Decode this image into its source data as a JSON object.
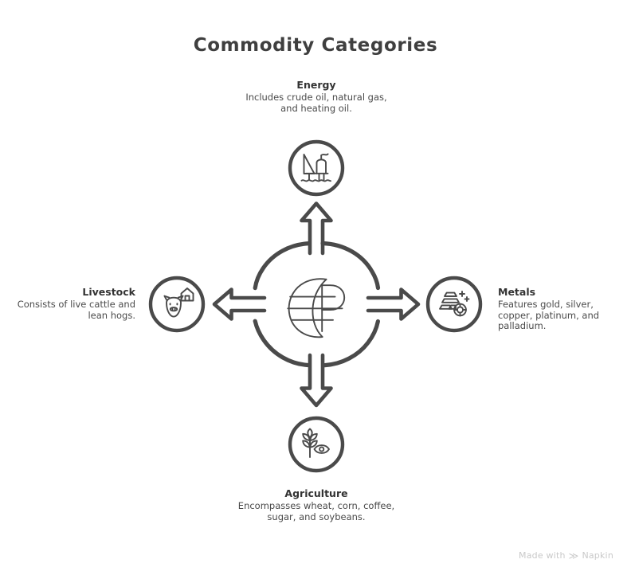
{
  "title": "Commodity Categories",
  "theme": {
    "stroke": "#4a4a4a",
    "title_color": "#3f3f3f",
    "text_color": "#4a4a4a",
    "background": "#ffffff",
    "watermark_color": "#c9c9c9"
  },
  "center": {
    "icon": "globe-icon",
    "label": ""
  },
  "nodes": {
    "energy": {
      "title": "Energy",
      "description": "Includes crude oil, natural gas, and heating oil.",
      "icon": "oil-rig-icon",
      "arrow": "arrow-up-icon",
      "position": "top"
    },
    "metals": {
      "title": "Metals",
      "description": "Features gold, silver, copper, platinum, and palladium.",
      "icon": "gold-bars-icon",
      "arrow": "arrow-right-icon",
      "position": "right"
    },
    "livestock": {
      "title": "Livestock",
      "description": "Consists of live cattle and lean hogs.",
      "icon": "pig-barn-icon",
      "arrow": "arrow-left-icon",
      "position": "left"
    },
    "agriculture": {
      "title": "Agriculture",
      "description": "Encompasses wheat, corn, coffee, sugar, and soybeans.",
      "icon": "wheat-eye-icon",
      "arrow": "arrow-down-icon",
      "position": "bottom"
    }
  },
  "watermark": {
    "prefix": "Made with",
    "glyph": "≫",
    "brand": "Napkin"
  }
}
